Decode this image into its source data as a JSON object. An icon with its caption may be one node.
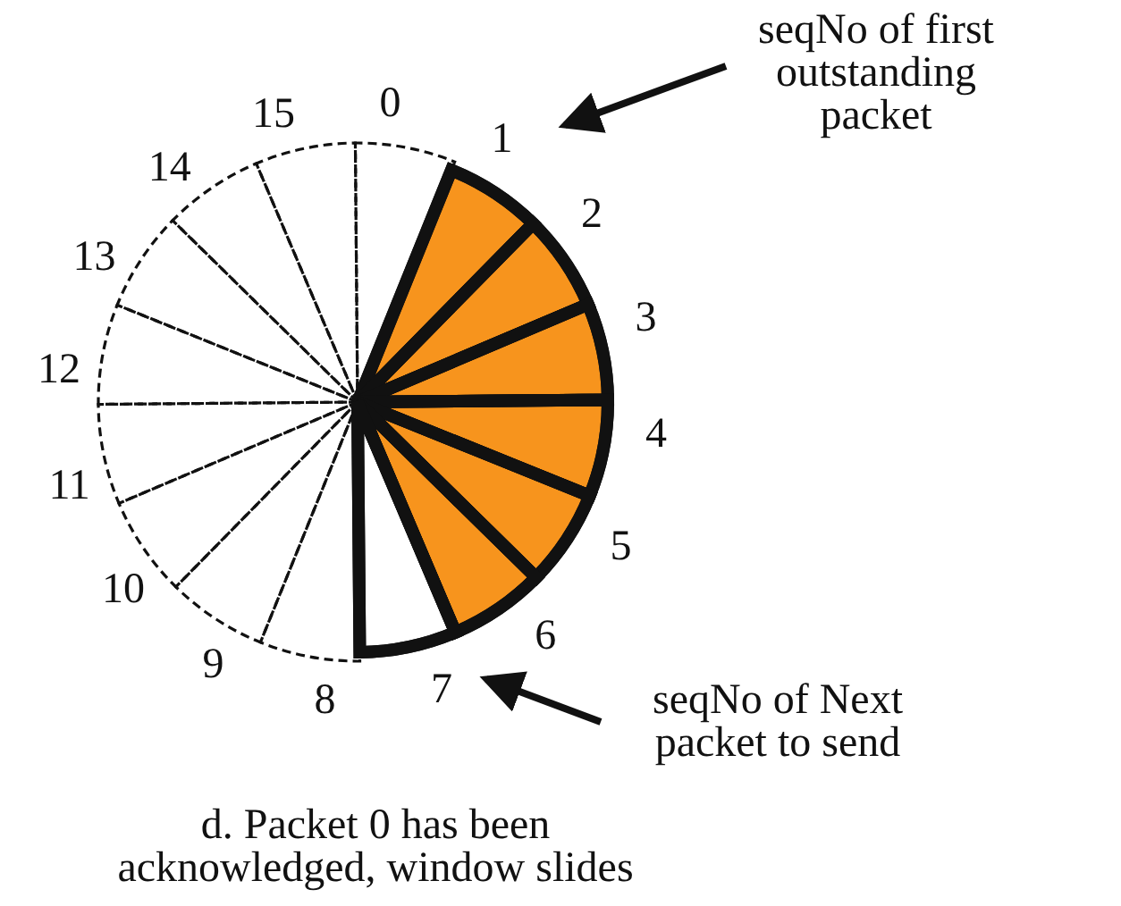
{
  "diagram": {
    "caption": "d. Packet 0 has been acknowledged, window slides",
    "nodes": [
      {
        "text": [
          "seqNo of  first outstanding packet"
        ]
      },
      {
        "text": [
          "seqNo of Next packet to send"
        ]
      }
    ],
    "edges": [
      {
        "from": 0,
        "to": null,
        "arrow": "to"
      },
      {
        "from": 1,
        "to": null,
        "arrow": "to"
      }
    ],
    "labels": [
      "0",
      "1",
      "2",
      "3",
      "4",
      "5",
      "6",
      "7",
      "8",
      "9",
      "10",
      "11",
      "12",
      "13",
      "14",
      "15"
    ]
  }
}
